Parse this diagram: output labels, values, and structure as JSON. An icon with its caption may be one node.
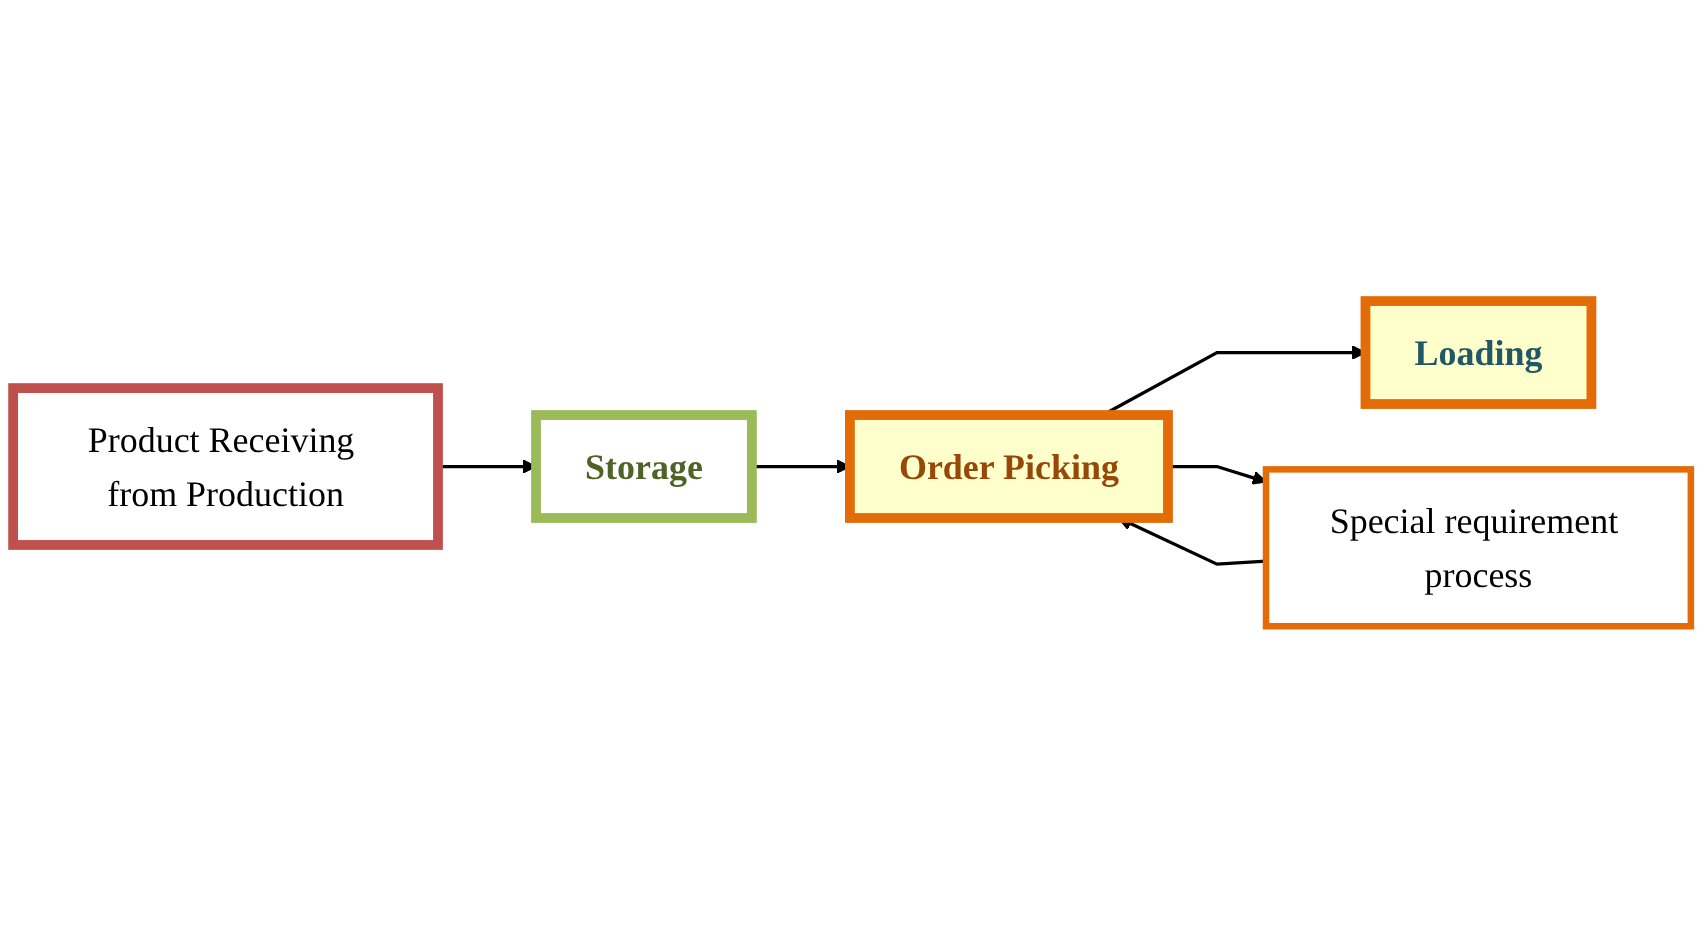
{
  "diagram": {
    "nodes": [
      {
        "text": [
          "Product Receiving from Production"
        ]
      },
      {
        "text": [
          "Storage"
        ]
      },
      {
        "text": [
          "Order Picking"
        ]
      },
      {
        "text": [
          "Loading"
        ]
      },
      {
        "text": [
          "Special requirement process"
        ]
      }
    ],
    "edges": [
      {
        "from": 0,
        "to": 1,
        "arrow": "to"
      },
      {
        "from": 1,
        "to": 2,
        "arrow": "to"
      },
      {
        "from": 2,
        "to": 3,
        "arrow": "to"
      },
      {
        "from": 2,
        "to": 4,
        "arrow": "to"
      },
      {
        "from": 4,
        "to": 2,
        "arrow": "to"
      }
    ]
  }
}
